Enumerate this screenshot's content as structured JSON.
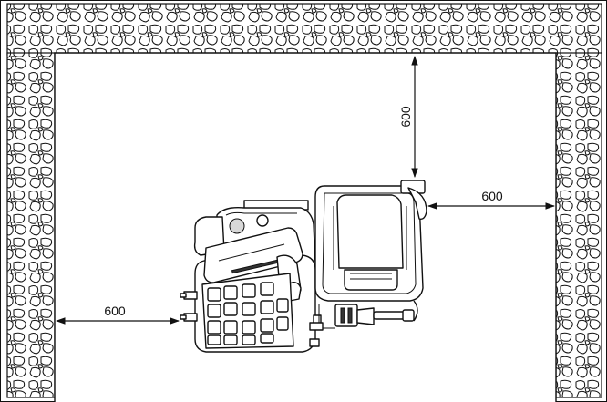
{
  "dimensions": {
    "top_clearance": "600",
    "right_clearance": "600",
    "left_clearance": "600"
  },
  "icons": {
    "wall": "stone-wall-icon",
    "machine": "tire-changer-machine-icon"
  }
}
